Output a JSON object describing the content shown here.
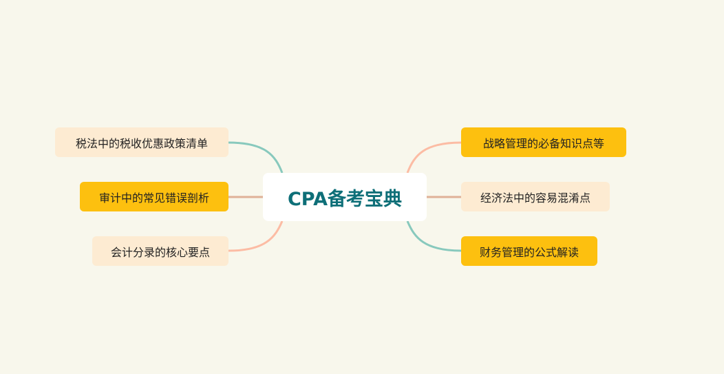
{
  "root": {
    "label": "CPA备考宝典"
  },
  "left": [
    {
      "label": "税法中的税收优惠政策清单"
    },
    {
      "label": "审计中的常见错误剖析"
    },
    {
      "label": "会计分录的核心要点"
    }
  ],
  "right": [
    {
      "label": "战略管理的必备知识点等"
    },
    {
      "label": "经济法中的容易混淆点"
    },
    {
      "label": "财务管理的公式解读"
    }
  ],
  "colors": {
    "teal": "#88c9bd",
    "tan": "#dfb197",
    "salmon": "#fcbca4",
    "yellow": "#fdc00f",
    "light": "#fdebd2",
    "title": "#0e6f78"
  }
}
